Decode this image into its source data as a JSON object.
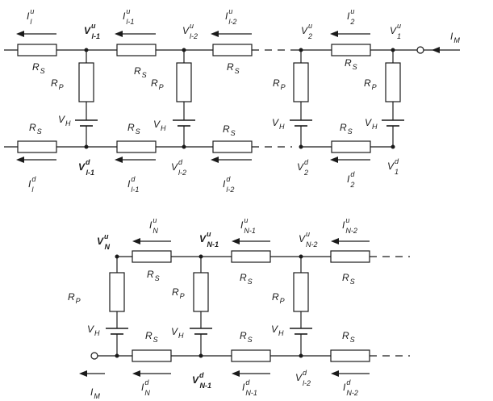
{
  "labels": {
    "I_l_u": [
      "I",
      "l",
      "u"
    ],
    "I_l1_u": [
      "I",
      "l-1",
      "u"
    ],
    "I_l2_u": [
      "I",
      "l-2",
      "u"
    ],
    "I_2_u": [
      "I",
      "2",
      "u"
    ],
    "I_M": [
      "I",
      "M",
      ""
    ],
    "V_l1_u": [
      "V",
      "l-1",
      "u"
    ],
    "V_l2_u": [
      "V",
      "l-2",
      "u"
    ],
    "V_2_u": [
      "V",
      "2",
      "u"
    ],
    "V_1_u": [
      "V",
      "1",
      "u"
    ],
    "RS": [
      "R",
      "S",
      ""
    ],
    "RP": [
      "R",
      "P",
      ""
    ],
    "VH": [
      "V",
      "H",
      ""
    ],
    "I_l_d": [
      "I",
      "l",
      "d"
    ],
    "I_l1_d": [
      "I",
      "l-1",
      "d"
    ],
    "I_l2_d": [
      "I",
      "l-2",
      "d"
    ],
    "I_2_d": [
      "I",
      "2",
      "d"
    ],
    "V_l1_d": [
      "V",
      "l-1",
      "d"
    ],
    "V_l2_d": [
      "V",
      "l-2",
      "d"
    ],
    "V_2_d": [
      "V",
      "2",
      "d"
    ],
    "V_1_d": [
      "V",
      "1",
      "d"
    ],
    "I_N_u": [
      "I",
      "N",
      "u"
    ],
    "I_N1_u": [
      "I",
      "N-1",
      "u"
    ],
    "I_N2_u": [
      "I",
      "N-2",
      "u"
    ],
    "V_N_u": [
      "V",
      "N",
      "u"
    ],
    "V_N1_u": [
      "V",
      "N-1",
      "u"
    ],
    "V_N2_u": [
      "V",
      "N-2",
      "u"
    ],
    "I_M_b": [
      "I",
      "M",
      ""
    ],
    "I_N_d": [
      "I",
      "N",
      "d"
    ],
    "V_N1_d": [
      "V",
      "N-1",
      "d"
    ],
    "I_N1_d": [
      "I",
      "N-1",
      "d"
    ],
    "V_l2_d_b": [
      "V",
      "l-2",
      "d"
    ],
    "I_N2_d": [
      "I",
      "N-2",
      "d"
    ]
  }
}
